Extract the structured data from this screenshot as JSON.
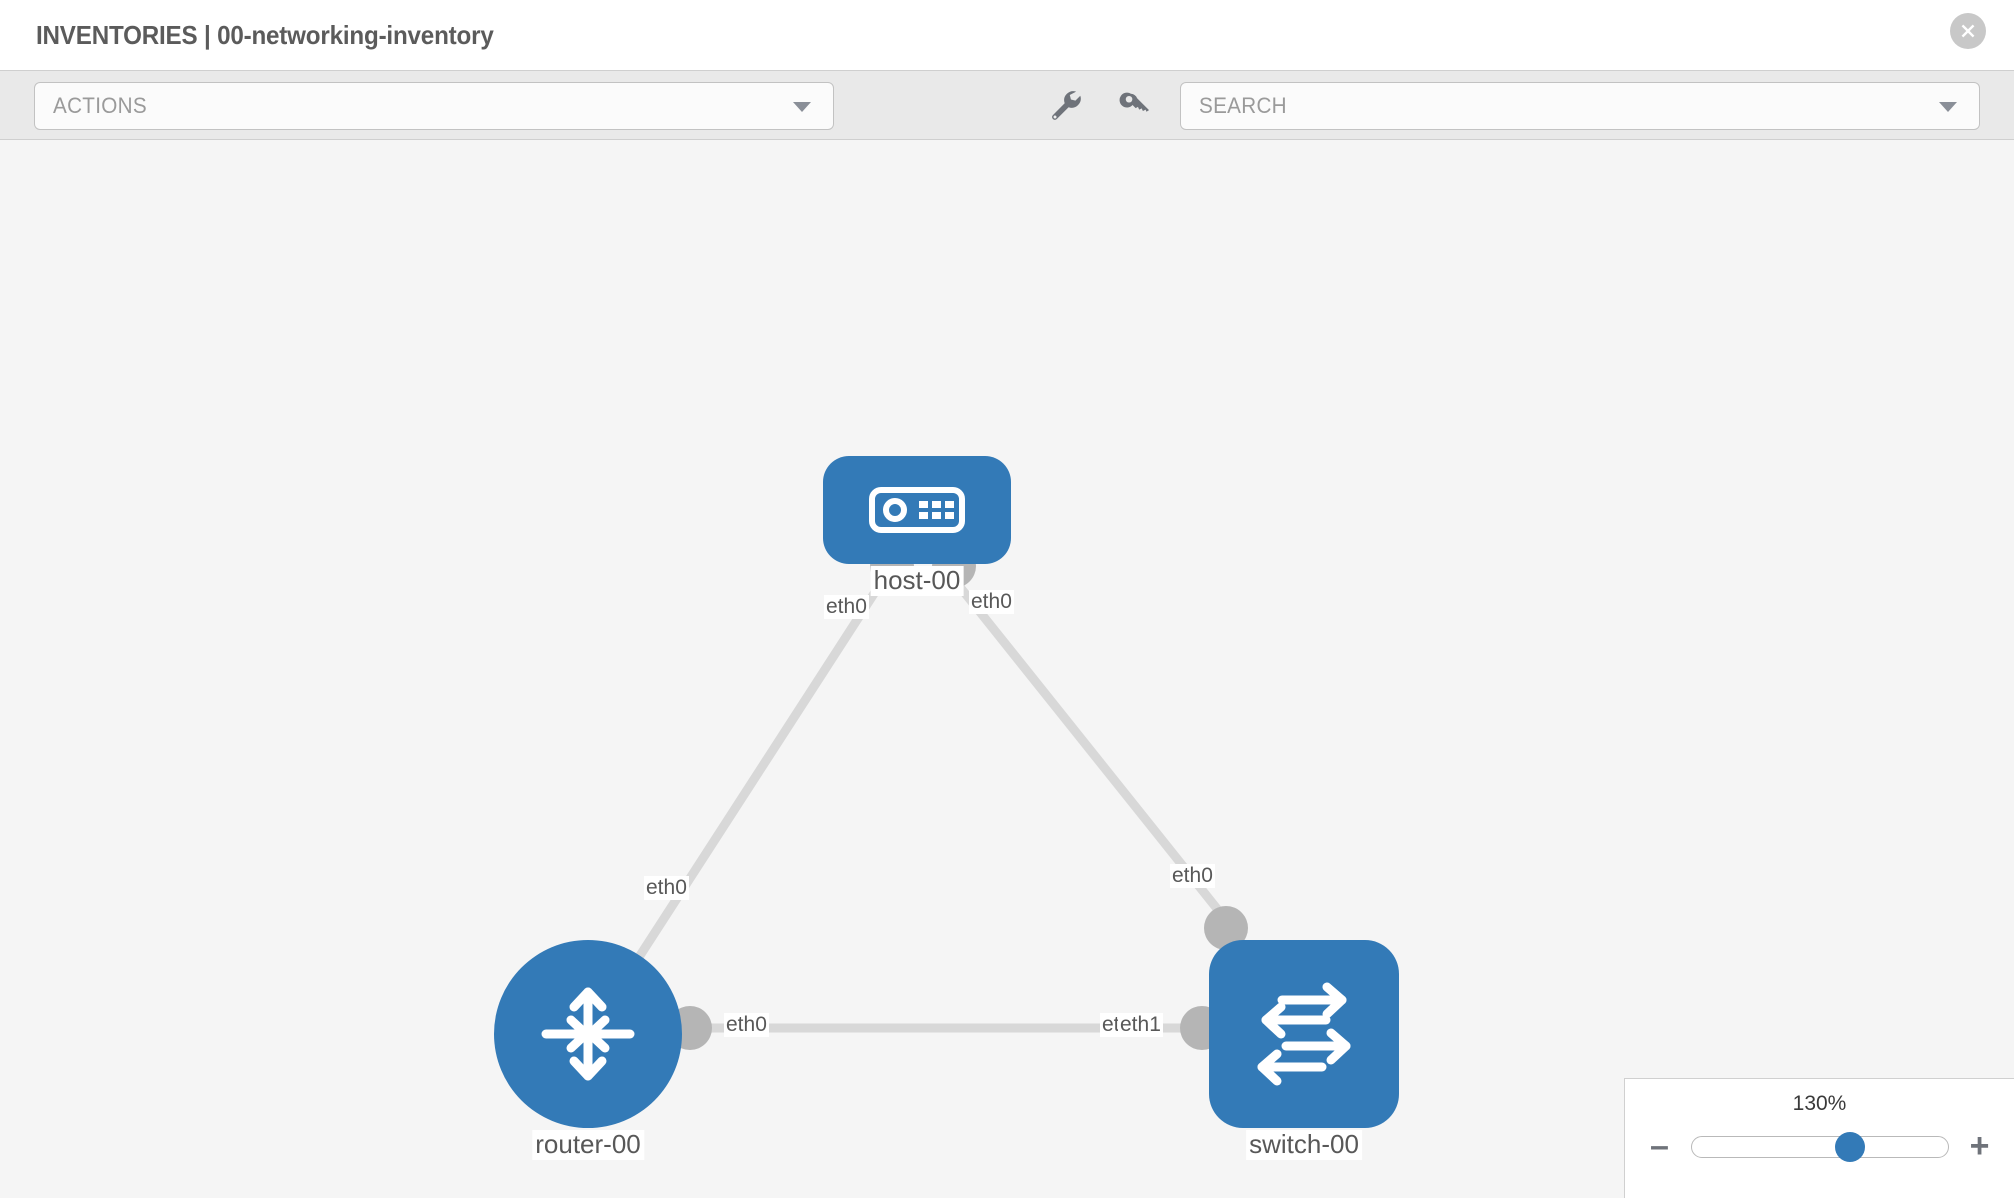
{
  "header": {
    "title": "INVENTORIES | 00-networking-inventory",
    "close_icon": "close-circle-icon"
  },
  "toolbar": {
    "actions_label": "ACTIONS",
    "actions_caret": "chevron-down-icon",
    "wrench_icon": "wrench-icon",
    "key_icon": "key-icon",
    "search_placeholder": "SEARCH",
    "search_caret": "chevron-down-icon"
  },
  "topology": {
    "accent_color": "#337ab7",
    "port_color": "#b5b5b5",
    "link_color": "#d8d8d8",
    "canvas_color": "#f5f5f5",
    "nodes": [
      {
        "id": "host",
        "label": "host-00",
        "icon": "server-icon"
      },
      {
        "id": "router",
        "label": "router-00",
        "icon": "router-arrows-icon"
      },
      {
        "id": "switch",
        "label": "switch-00",
        "icon": "switch-arrows-icon"
      }
    ],
    "edge_labels": {
      "host_left": "eth0",
      "host_right": "eth0",
      "router_up": "eth0",
      "switch_up": "eth0",
      "router_right": "eth0",
      "switch_left_hidden": "eth0",
      "switch_left": "eth1"
    }
  },
  "zoom_control": {
    "percent": "130%",
    "minus_label": "–",
    "plus_label": "+",
    "value": 62
  }
}
